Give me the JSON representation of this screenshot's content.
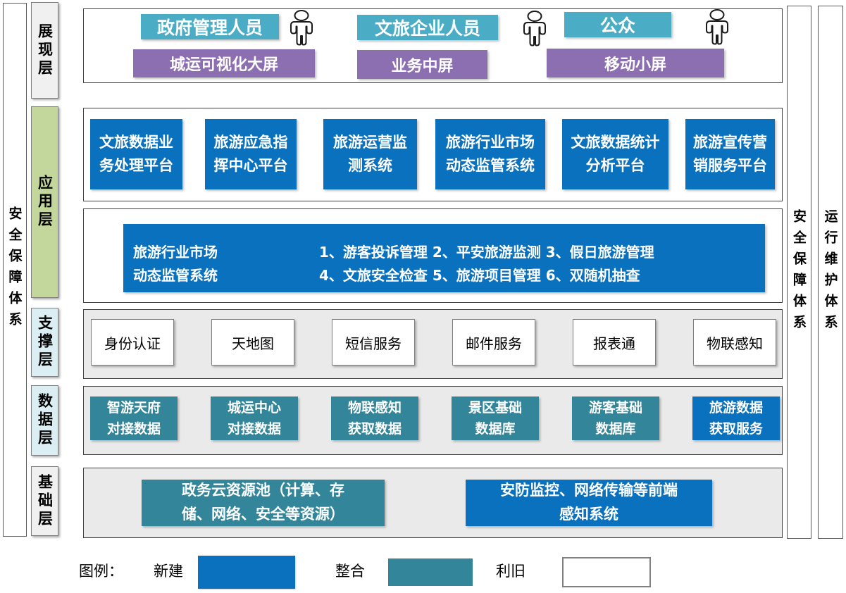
{
  "colors": {
    "new_blue": "#0971BE",
    "integrate_teal": "#33869A",
    "user_teal": "#4BACC6",
    "screen_purple": "#8C6FB0",
    "app_layer_green": "#C3D69B",
    "support_data_layer_blue": "#DAEEF3",
    "base_layer_gray": "#F0F0F0"
  },
  "side_bars": {
    "left_security": "安全保障体系",
    "right_security": "安全保障体系",
    "right_operation": "运行维护体系"
  },
  "layers": {
    "presentation": "展现层",
    "application": "应用层",
    "support": "支撑层",
    "data": "数据层",
    "base": "基础层"
  },
  "presentation": {
    "groups": [
      {
        "user": "政府管理人员",
        "screen": "城运可视化大屏"
      },
      {
        "user": "文旅企业人员",
        "screen": "业务中屏"
      },
      {
        "user": "公众",
        "screen": "移动小屏"
      }
    ]
  },
  "application": {
    "platforms": [
      {
        "line1": "文旅数据业",
        "line2": "务处理平台"
      },
      {
        "line1": "旅游应急指",
        "line2": "挥中心平台"
      },
      {
        "line1": "旅游运营监",
        "line2": "测系统"
      },
      {
        "line1": "旅游行业市场",
        "line2": "动态监管系统"
      },
      {
        "line1": "文旅数据统计",
        "line2": "分析平台"
      },
      {
        "line1": "旅游宣传营",
        "line2": "销服务平台"
      }
    ],
    "detail": {
      "name_line1": "旅游行业市场",
      "name_line2": "动态监管系统",
      "items_line1": "1、游客投诉管理 2、平安旅游监测 3、假日旅游管理",
      "items_line2": "4、文旅安全检查 5、旅游项目管理 6、双随机抽查"
    }
  },
  "support": {
    "services": [
      "身份认证",
      "天地图",
      "短信服务",
      "邮件服务",
      "报表通",
      "物联感知"
    ]
  },
  "data_layer": {
    "sources": [
      {
        "line1": "智游天府",
        "line2": "对接数据",
        "type": "integrate"
      },
      {
        "line1": "城运中心",
        "line2": "对接数据",
        "type": "integrate"
      },
      {
        "line1": "物联感知",
        "line2": "获取数据",
        "type": "integrate"
      },
      {
        "line1": "景区基础",
        "line2": "数据库",
        "type": "integrate"
      },
      {
        "line1": "游客基础",
        "line2": "数据库",
        "type": "integrate"
      },
      {
        "line1": "旅游数据",
        "line2": "获取服务",
        "type": "new"
      }
    ]
  },
  "infrastructure": {
    "boxes": [
      {
        "line1": "政务云资源池（计算、存",
        "line2": "储、网络、安全等资源）",
        "type": "integrate"
      },
      {
        "line1": "安防监控、网络传输等前端",
        "line2": "感知系统",
        "type": "new"
      }
    ]
  },
  "legend": {
    "title": "图例：",
    "items": [
      {
        "label": "新建",
        "type": "new"
      },
      {
        "label": "整合",
        "type": "integrate"
      },
      {
        "label": "利旧",
        "type": "reuse"
      }
    ]
  }
}
